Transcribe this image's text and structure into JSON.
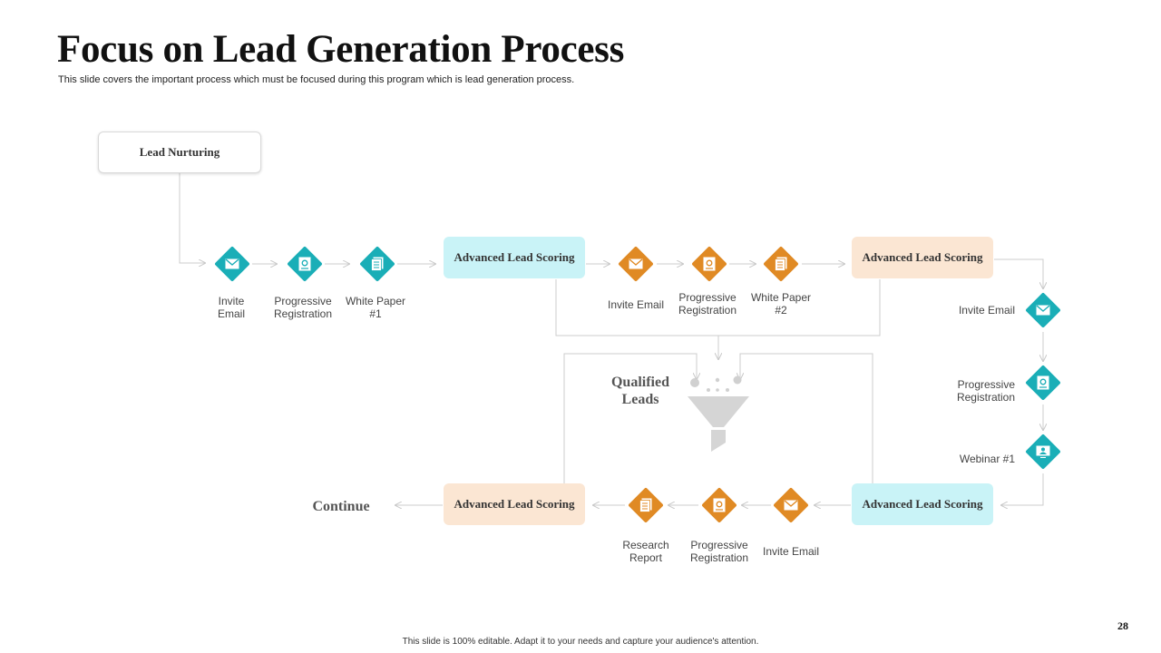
{
  "title": "Focus on Lead Generation Process",
  "subtitle": "This slide covers the important process which must be focused during this program which is lead generation process.",
  "footer": "This slide is 100% editable. Adapt it to your needs and capture your audience's attention.",
  "page_number": "28",
  "colors": {
    "teal": "#1aaeb7",
    "orange": "#e08a24",
    "cyan_box": "#c9f3f7",
    "peach_box": "#fbe6d3",
    "connector": "#cccccc",
    "funnel": "#d5d5d5"
  },
  "start_box": "Lead Nurturing",
  "qualified": {
    "line1": "Qualified",
    "line2": "Leads"
  },
  "continue_label": "Continue",
  "boxes": {
    "scoring_1": "Advanced Lead Scoring",
    "scoring_2": "Advanced Lead Scoring",
    "scoring_3": "Advanced Lead Scoring",
    "scoring_4": "Advanced Lead Scoring"
  },
  "row1": [
    {
      "icon": "envelope-icon",
      "line1": "Invite",
      "line2": "Email"
    },
    {
      "icon": "registration-icon",
      "line1": "Progressive",
      "line2": "Registration"
    },
    {
      "icon": "document-icon",
      "line1": "White Paper",
      "line2": "#1"
    }
  ],
  "row1b": [
    {
      "icon": "envelope-icon",
      "line1": "Invite Email"
    },
    {
      "icon": "registration-icon",
      "line1": "Progressive",
      "line2": "Registration"
    },
    {
      "icon": "document-icon",
      "line1": "White Paper",
      "line2": "#2"
    }
  ],
  "column": [
    {
      "icon": "envelope-icon",
      "line1": "Invite Email"
    },
    {
      "icon": "registration-icon",
      "line1": "Progressive",
      "line2": "Registration"
    },
    {
      "icon": "webinar-icon",
      "line1": "Webinar #1"
    }
  ],
  "row2": [
    {
      "icon": "envelope-icon",
      "line1": "Invite Email"
    },
    {
      "icon": "registration-icon",
      "line1": "Progressive",
      "line2": "Registration"
    },
    {
      "icon": "document-icon",
      "line1": "Research",
      "line2": "Report"
    }
  ]
}
